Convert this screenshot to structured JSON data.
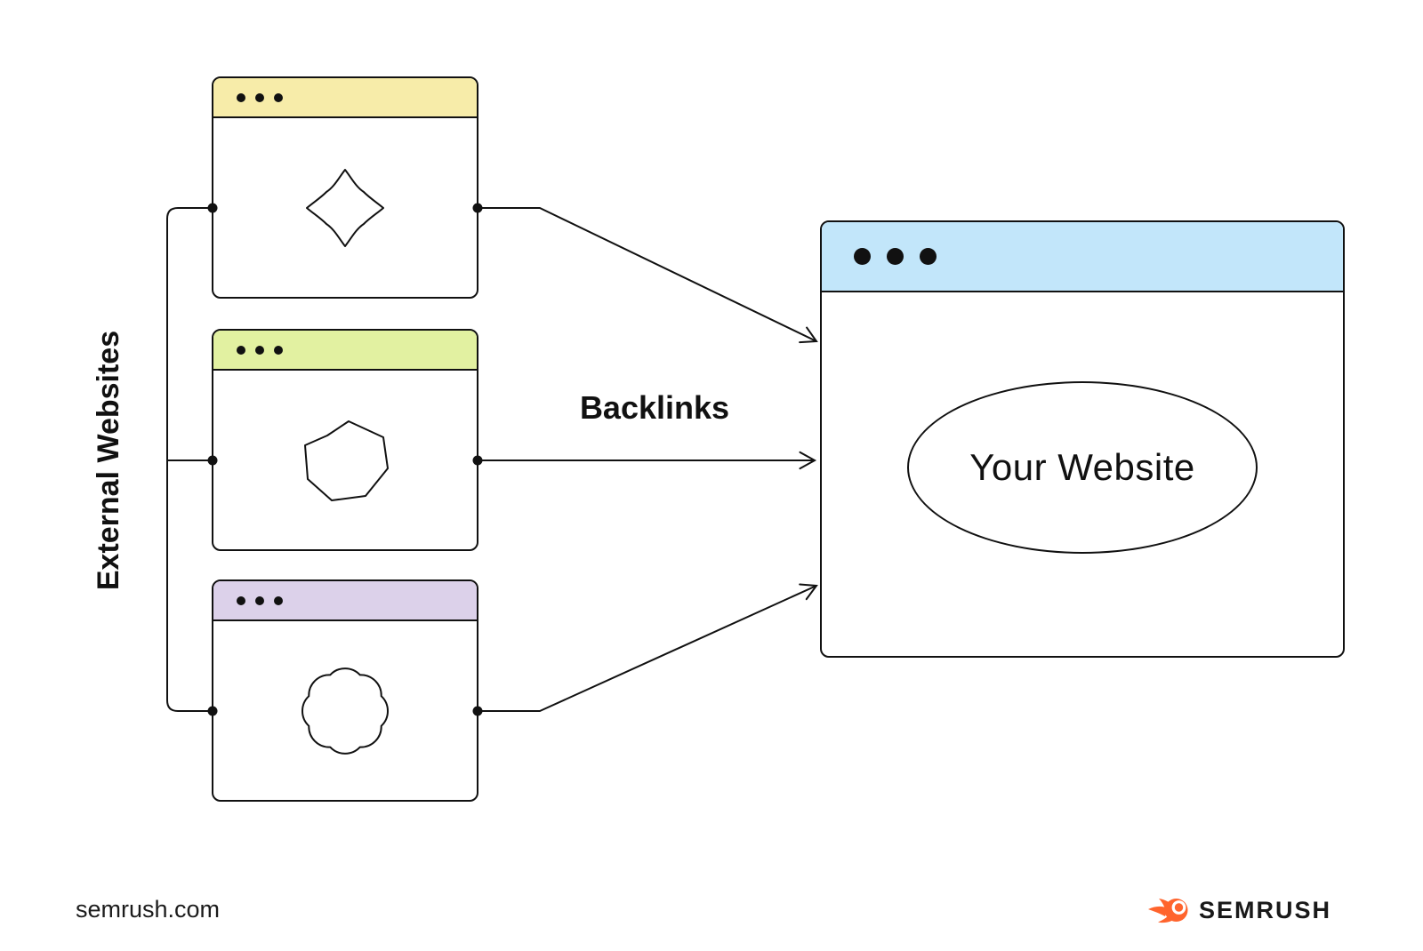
{
  "labels": {
    "external_websites": "External Websites",
    "backlinks": "Backlinks",
    "footer_url": "semrush.com",
    "brand_name": "SEMRUSH"
  },
  "windows": [
    {
      "name": "external-website-1",
      "header_color": "#F7ECA9",
      "blob": "diamond"
    },
    {
      "name": "external-website-2",
      "header_color": "#E2F1A1",
      "blob": "heptagon"
    },
    {
      "name": "external-website-3",
      "header_color": "#DCD1EA",
      "blob": "flower"
    }
  ],
  "target_window": {
    "name": "your-website-window",
    "header_color": "#C2E6FA",
    "label": "Your Website"
  },
  "colors": {
    "stroke": "#111111",
    "brand_orange": "#FF642D",
    "brand_text": "#191919",
    "background": "#FFFFFF"
  },
  "icons": {
    "traffic_dot": "●",
    "diamond_blob": "rounded-diamond-shape",
    "heptagon_blob": "irregular-heptagon-shape",
    "flower_blob": "scalloped-flower-shape",
    "semrush_comet": "orange-comet-ball",
    "arrowhead": "open-v-arrow"
  }
}
